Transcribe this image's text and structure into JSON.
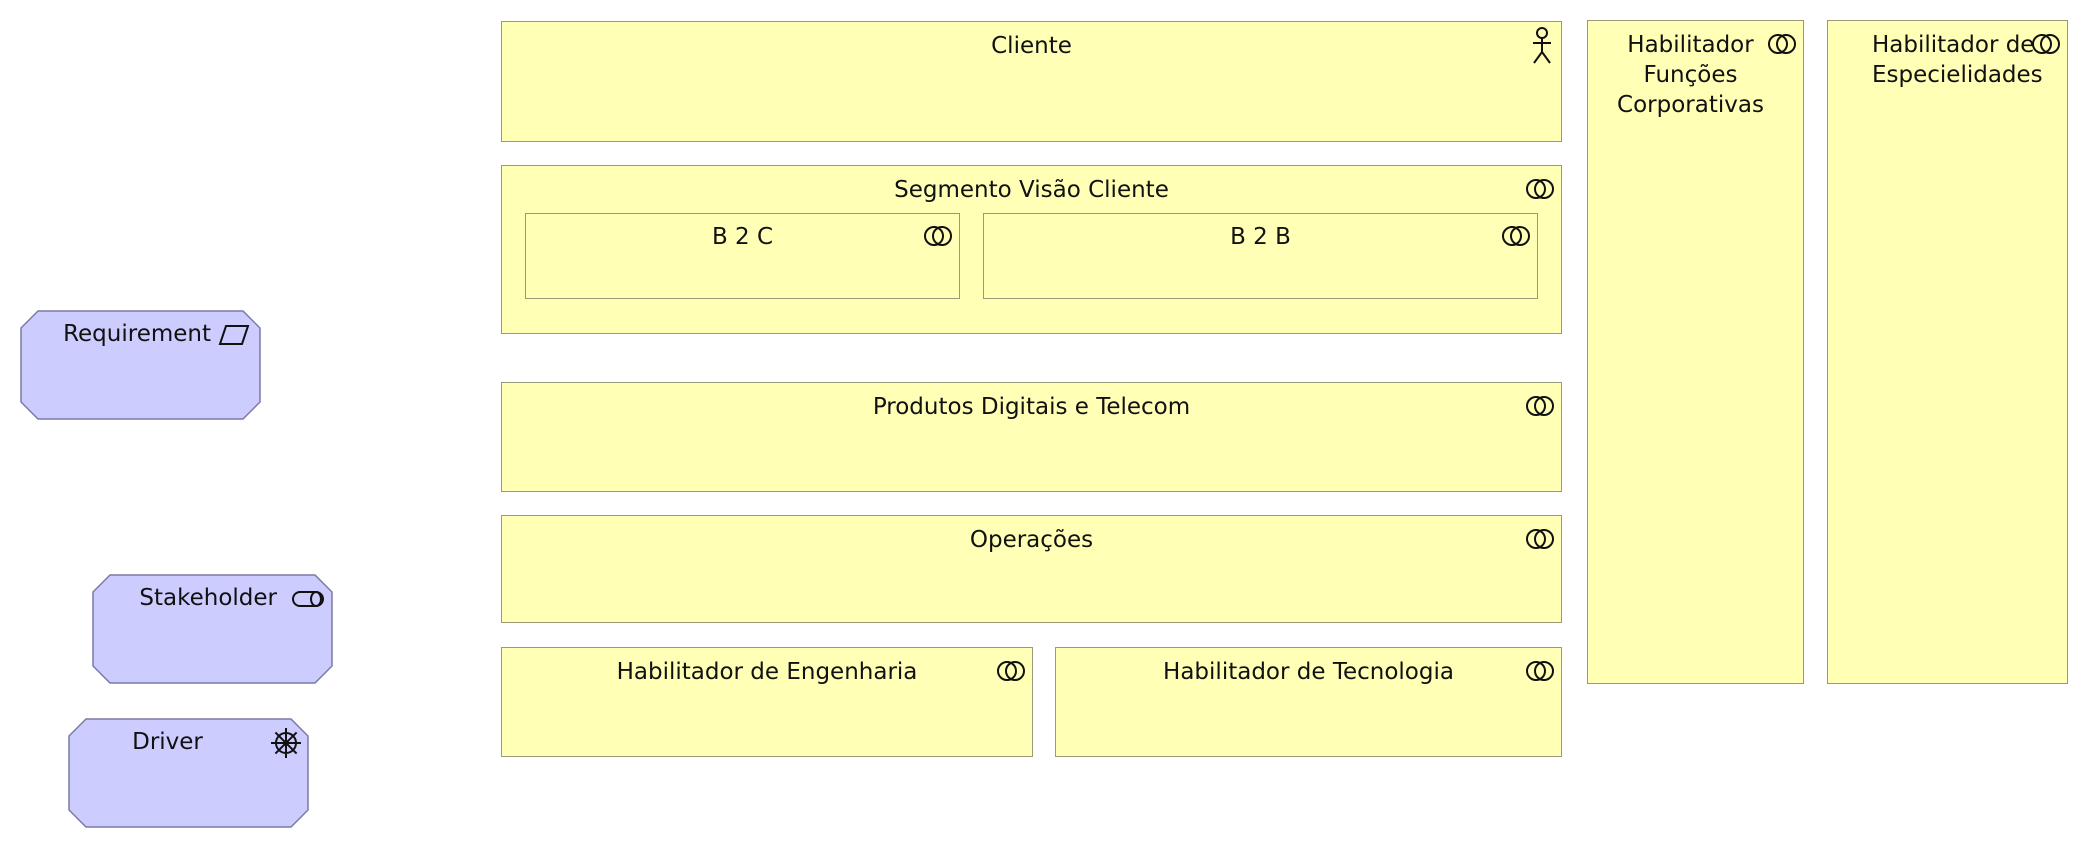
{
  "elements": {
    "cliente": {
      "label": "Cliente",
      "icon": "actor-icon"
    },
    "segmento": {
      "label": "Segmento Visão Cliente",
      "icon": "collaboration-icon"
    },
    "b2c": {
      "label": "B 2 C",
      "icon": "collaboration-icon"
    },
    "b2b": {
      "label": "B 2 B",
      "icon": "collaboration-icon"
    },
    "produtos": {
      "label": "Produtos Digitais e Telecom",
      "icon": "collaboration-icon"
    },
    "operacoes": {
      "label": "Operações",
      "icon": "collaboration-icon"
    },
    "engenharia": {
      "label": "Habilitador de Engenharia",
      "icon": "collaboration-icon"
    },
    "tecnologia": {
      "label": "Habilitador de Tecnologia",
      "icon": "collaboration-icon"
    },
    "funcoes": {
      "label": "Habilitador\nFunções\nCorporativas",
      "icon": "collaboration-icon"
    },
    "especialidades": {
      "label": "Habilitador de\nEspecielidades",
      "icon": "collaboration-icon"
    },
    "requirement": {
      "label": "Requirement",
      "icon": "requirement-icon"
    },
    "stakeholder": {
      "label": "Stakeholder",
      "icon": "stakeholder-icon"
    },
    "driver": {
      "label": "Driver",
      "icon": "driver-icon"
    }
  },
  "colors": {
    "business_fill": "#ffffb5",
    "business_border": "#9a9a7a",
    "motivation_fill": "#ccccff",
    "motivation_border": "#7a7aa6"
  }
}
